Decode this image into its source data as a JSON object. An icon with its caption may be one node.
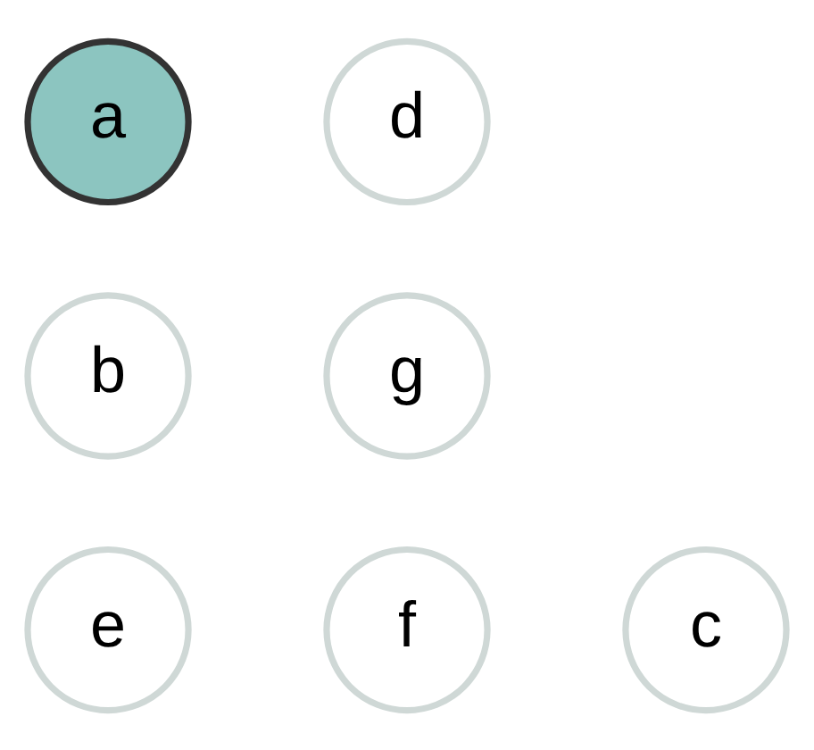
{
  "diagram": {
    "nodes": [
      {
        "text": [
          "a"
        ]
      },
      {
        "text": [
          "d"
        ]
      },
      {
        "text": [
          "b"
        ]
      },
      {
        "text": [
          "g"
        ]
      },
      {
        "text": [
          "e"
        ]
      },
      {
        "text": [
          "f"
        ]
      },
      {
        "text": [
          "c"
        ]
      }
    ]
  }
}
